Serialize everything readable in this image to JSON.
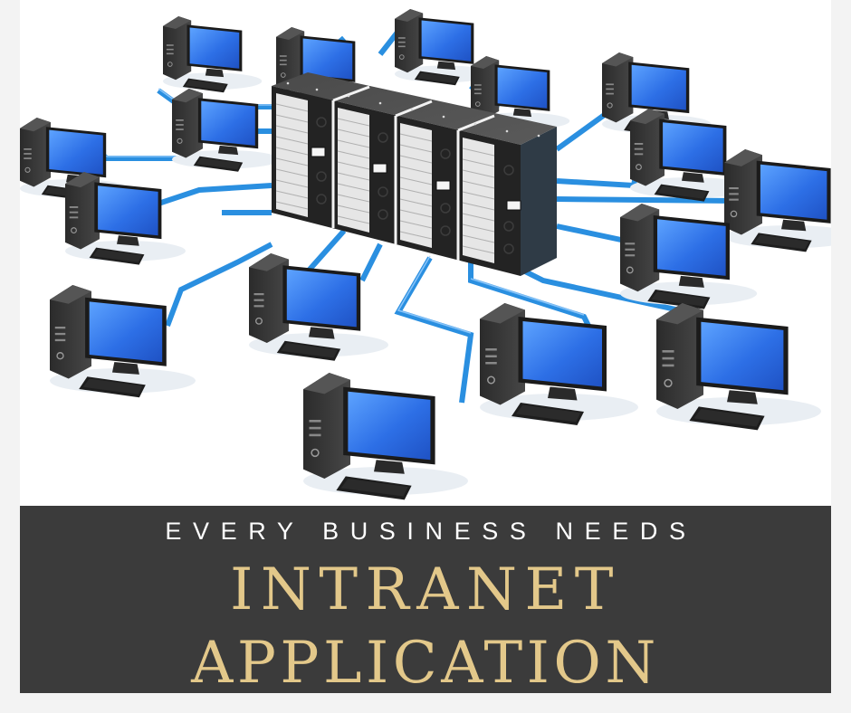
{
  "banner": {
    "kicker": "EVERY BUSINESS NEEDS",
    "headline_line1": "INTRANET",
    "headline_line2": "APPLICATION"
  },
  "illustration": {
    "subject": "network-diagram",
    "central_node": "server-rack",
    "server_cabinets": 4,
    "client_computers": 16,
    "cable_color": "#2a8fe0",
    "screen_color": "#2d6fe6"
  },
  "colors": {
    "page_background": "#f3f3f3",
    "image_background": "#ffffff",
    "banner_background": "#3b3b3b",
    "kicker_text": "#ffffff",
    "headline_text": "#e3c88a"
  }
}
